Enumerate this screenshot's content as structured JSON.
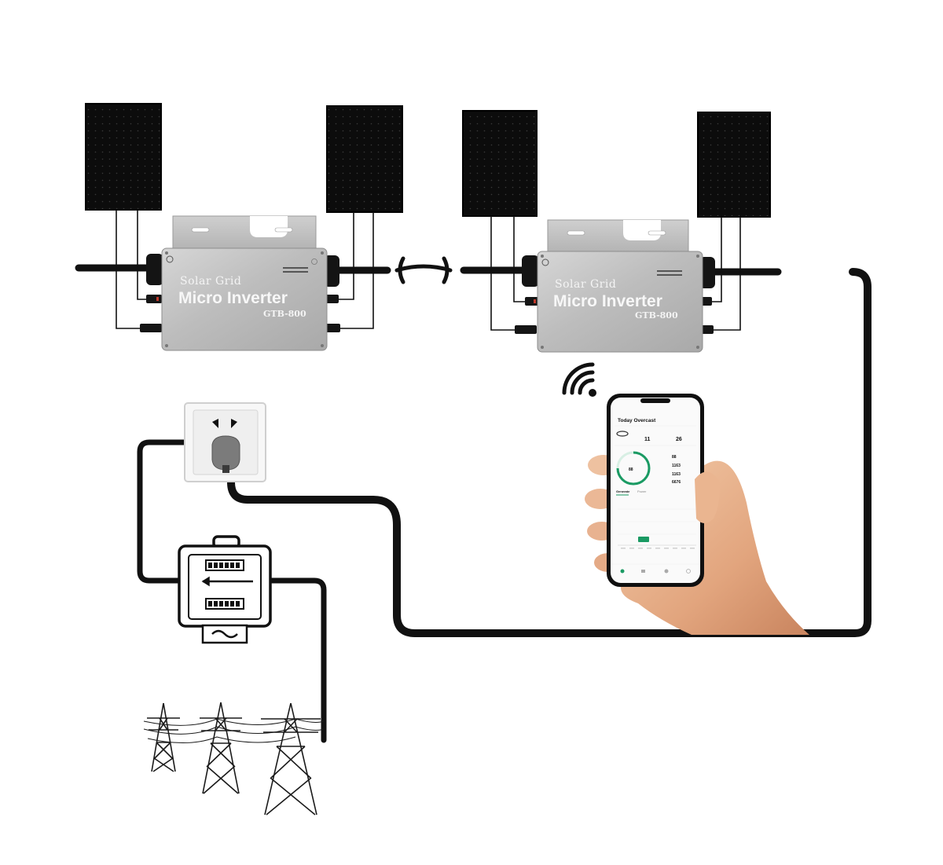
{
  "inverters": [
    {
      "brand": "Solar Grid",
      "title": "Micro Inverter",
      "model": "GTB-800"
    },
    {
      "brand": "Solar Grid",
      "title": "Micro Inverter",
      "model": "GTB-800"
    }
  ],
  "app": {
    "header": "Today Overcast",
    "big_values": [
      "11",
      "26"
    ],
    "gauge_value": "88",
    "stats": [
      "88",
      "1163",
      "1163",
      "6676"
    ],
    "tabs": [
      "Generate",
      "Power"
    ]
  },
  "colors": {
    "panel": "#111111",
    "inverter_body": "#b9b9b9",
    "cable": "#111111",
    "ground_wire": "#3bbf55",
    "app_accent": "#1a9a63"
  },
  "icons": [
    "solar-panel-icon",
    "wifi-icon",
    "power-socket-icon",
    "electric-meter-icon",
    "transmission-tower-icon",
    "smartphone-icon",
    "hand-icon"
  ]
}
